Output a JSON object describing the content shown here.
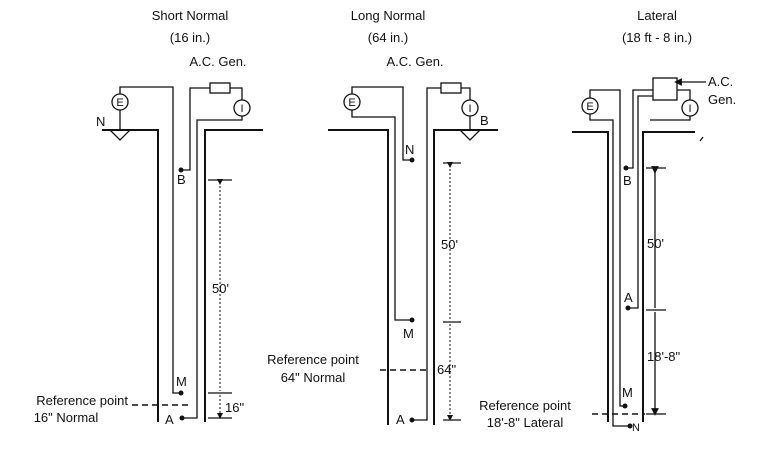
{
  "panels": [
    {
      "title": "Short Normal",
      "subtitle": "(16 in.)",
      "generator_label": "A.C. Gen.",
      "meter_e": "E",
      "meter_i": "I",
      "electrodes": {
        "n": "N",
        "b": "B",
        "m": "M",
        "a": "A"
      },
      "spacing_upper": "50'",
      "spacing_lower": "16\"",
      "reference_line1": "Reference point",
      "reference_line2": "16\" Normal"
    },
    {
      "title": "Long Normal",
      "subtitle": "(64 in.)",
      "generator_label": "A.C. Gen.",
      "meter_e": "E",
      "meter_i": "I",
      "electrodes": {
        "n": "N",
        "b": "B",
        "m": "M",
        "a": "A"
      },
      "spacing_upper": "50'",
      "spacing_lower": "64\"",
      "reference_line1": "Reference point",
      "reference_line2": "64\" Normal"
    },
    {
      "title": "Lateral",
      "subtitle": "(18 ft - 8 in.)",
      "generator_label_1": "A.C.",
      "generator_label_2": "Gen.",
      "meter_e": "E",
      "meter_i": "I",
      "electrodes": {
        "n": "N",
        "b": "B",
        "m": "M",
        "a": "A"
      },
      "spacing_upper": "50'",
      "spacing_lower": "18'-8\"",
      "reference_line1": "Reference point",
      "reference_line2": "18'-8\" Lateral"
    }
  ]
}
